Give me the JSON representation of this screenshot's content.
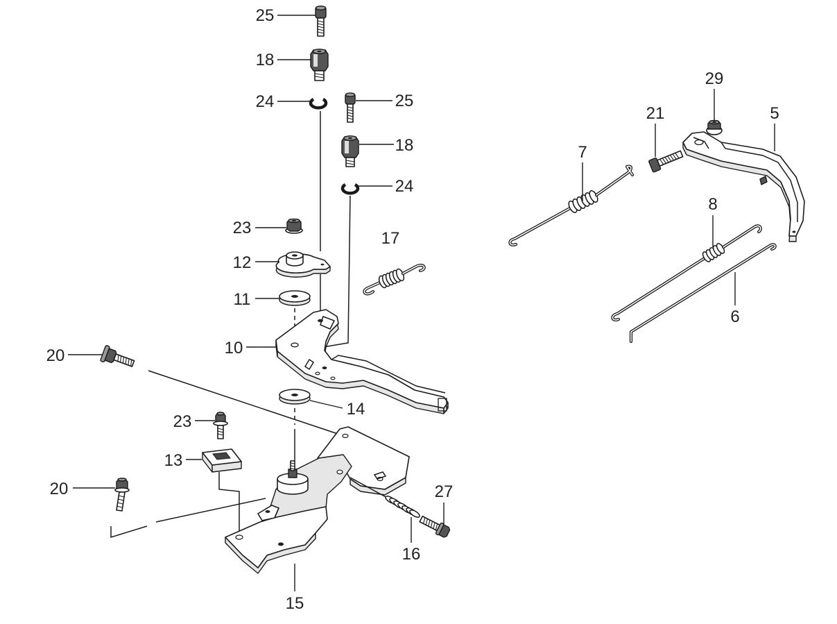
{
  "colors": {
    "background": "#ffffff",
    "line": "#1a1a1a"
  },
  "callouts": [
    {
      "label": "25"
    },
    {
      "label": "18"
    },
    {
      "label": "24"
    },
    {
      "label": "25"
    },
    {
      "label": "18"
    },
    {
      "label": "24"
    },
    {
      "label": "23"
    },
    {
      "label": "12"
    },
    {
      "label": "11"
    },
    {
      "label": "10"
    },
    {
      "label": "17"
    },
    {
      "label": "20"
    },
    {
      "label": "14"
    },
    {
      "label": "23"
    },
    {
      "label": "13"
    },
    {
      "label": "20"
    },
    {
      "label": "27"
    },
    {
      "label": "16"
    },
    {
      "label": "15"
    },
    {
      "label": "7"
    },
    {
      "label": "21"
    },
    {
      "label": "29"
    },
    {
      "label": "5"
    },
    {
      "label": "8"
    },
    {
      "label": "6"
    }
  ]
}
